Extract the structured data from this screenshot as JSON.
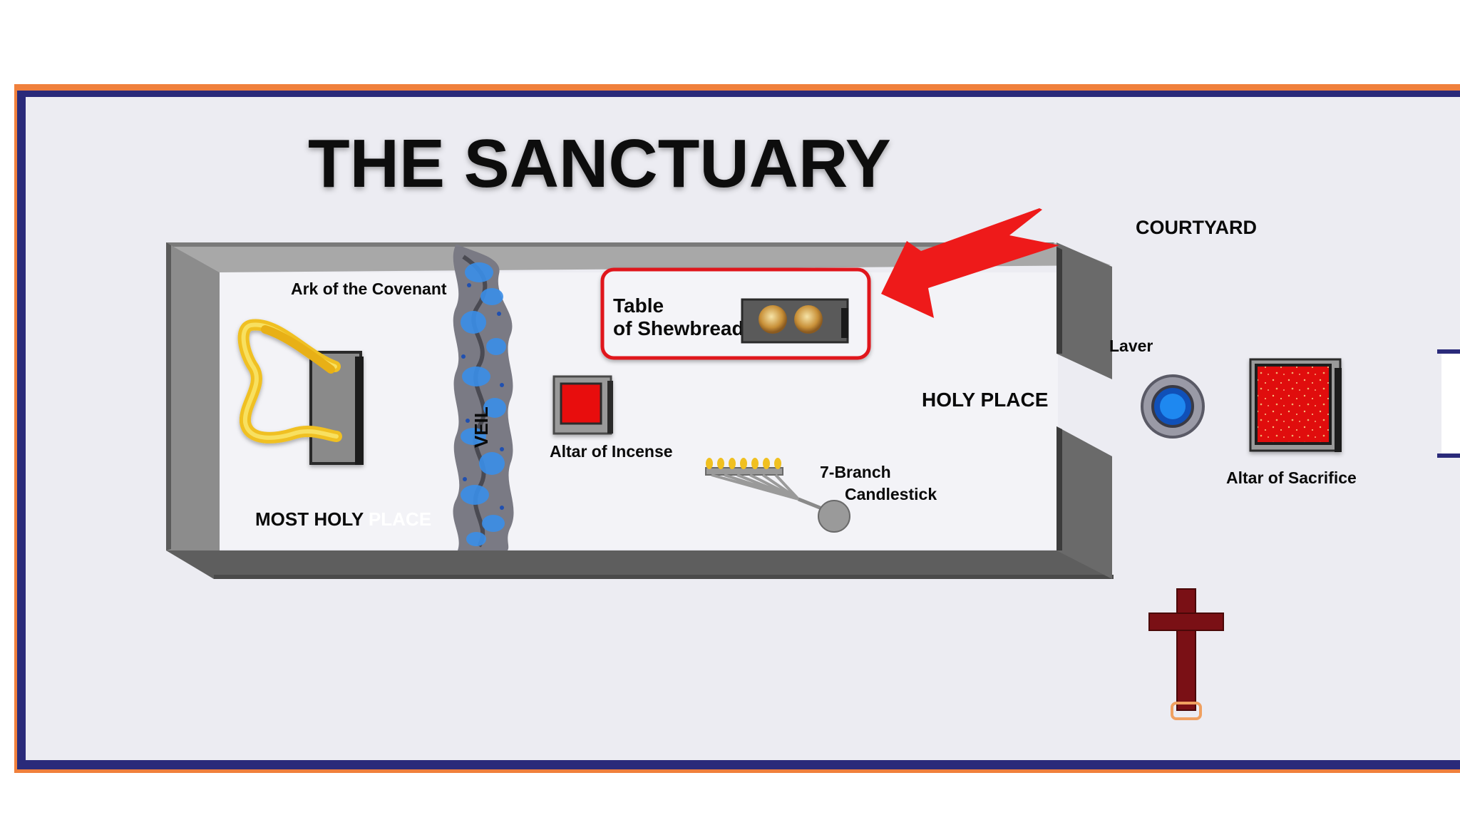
{
  "title": "THE SANCTUARY",
  "labels": {
    "courtyard": "COURTYARD",
    "ark": "Ark of the Covenant",
    "table_line1": "Table",
    "table_line2": "of Shewbread",
    "laver": "Laver",
    "holy_place": "HOLY PLACE",
    "veil": "VEIL",
    "altar_incense": "Altar of Incense",
    "altar_sacrifice": "Altar of Sacrifice",
    "candlestick_line1": "7-Branch",
    "candlestick_line2": "Candlestick",
    "most_holy_dark": "MOST HOLY ",
    "most_holy_light": "PLACE"
  },
  "colors": {
    "frame_outer": "#f0803c",
    "frame_inner": "#2a2a7a",
    "background": "#ececf2",
    "wall_face": "#8c8c8c",
    "wall_top": "#a8a8a8",
    "wall_dark": "#5a5a5a",
    "highlight_box": "#e0141e",
    "arrow": "#ee1a1a",
    "altar_red": "#e01010",
    "veil_blue": "#3a8ee8",
    "cross": "#7a1015",
    "gold": "#f0c020"
  },
  "icons": {
    "arrow": "pointer-arrow-icon",
    "ark": "ark-icon",
    "altar_incense": "incense-altar-icon",
    "altar_sacrifice": "sacrifice-altar-icon",
    "laver": "laver-icon",
    "candlestick": "menorah-icon",
    "table": "shewbread-table-icon",
    "cross": "cross-icon",
    "veil": "veil-curtain-icon"
  }
}
